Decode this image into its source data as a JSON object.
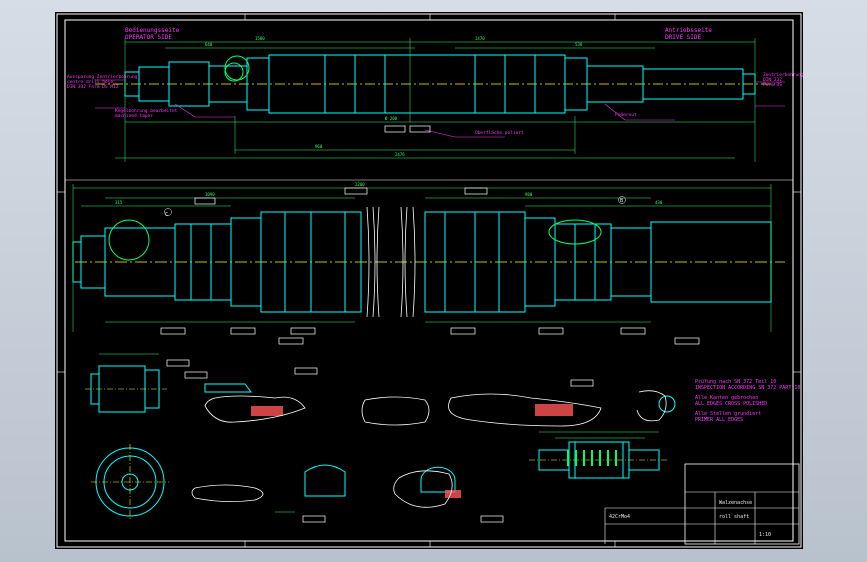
{
  "sheet": {
    "operator_side_de": "Bedienungsseite",
    "operator_side_en": "OPERATOR SIDE",
    "drive_side_de": "Antriebsseite",
    "drive_side_en": "DRIVE SIDE",
    "section_ref_left": "A",
    "section_ref_right": "B",
    "inspection_de": "Prüfung nach SN 372 Teil 10",
    "inspection_en": "INSPECTION ACCORDING SN 372 PART 10",
    "edges_de": "Alle Kanten gebrochen",
    "edges_en": "ALL EDGES CROSS POLISHED",
    "primer_de": "Alle Stellen grundiert",
    "primer_en": "PRIMER ALL EDGES"
  },
  "title_block": {
    "material": "42CrMo4",
    "scale": "1:10",
    "title_de": "Walzenachse",
    "title_en": "roll shaft"
  },
  "colors": {
    "sheet_bg": "#000000",
    "outline": "#ffffff",
    "geometry": "#00ffff",
    "center_line": "#ffff00",
    "dimension": "#33ff66",
    "annotation": "#ff33ff",
    "hatch": "#ff5555"
  }
}
